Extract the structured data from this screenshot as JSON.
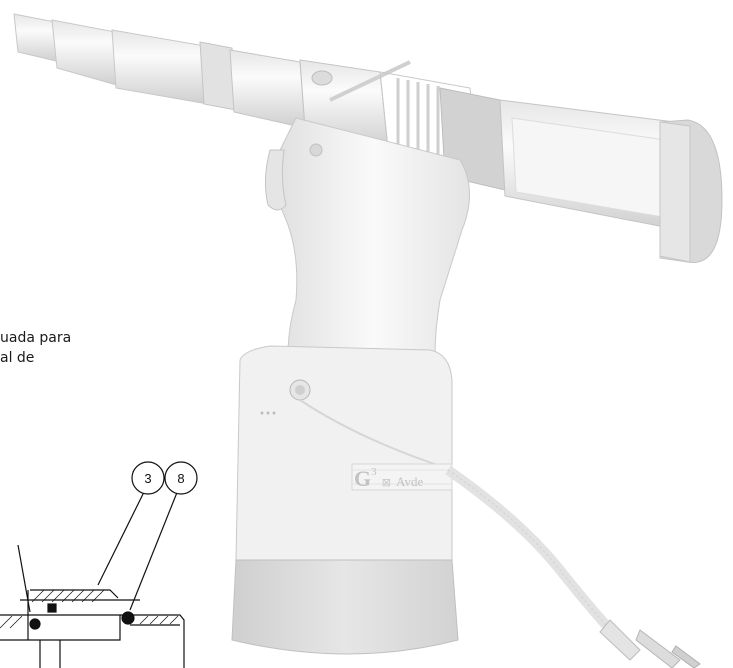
{
  "caption": {
    "line1": "uada para",
    "line2": "al de"
  },
  "callouts": [
    {
      "id": "callout-3",
      "label": "3"
    },
    {
      "id": "callout-8",
      "label": "8"
    }
  ],
  "tool": {
    "brand_mark": "G",
    "brand_superscript": "3",
    "brand_name": "Avde"
  },
  "colors": {
    "tool_body": "#f2f2f2",
    "tool_shadow": "#d3d3d3",
    "tool_outline": "#b8b8b8",
    "diagram_line": "#111111"
  }
}
